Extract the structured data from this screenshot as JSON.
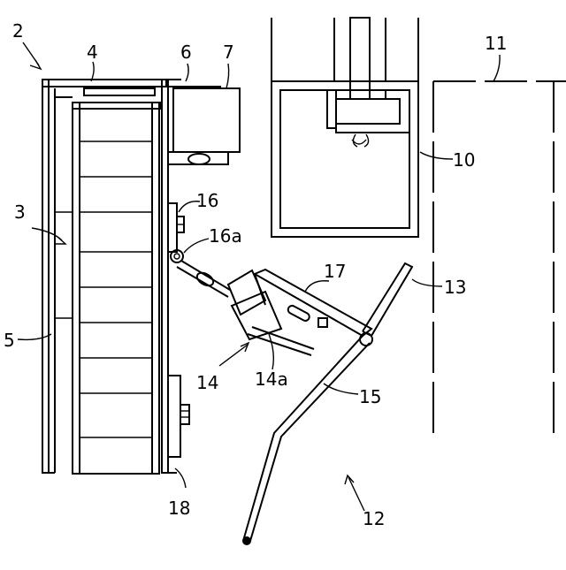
{
  "labels": {
    "n2": "2",
    "n3": "3",
    "n4": "4",
    "n5": "5",
    "n6": "6",
    "n7": "7",
    "n10": "10",
    "n11": "11",
    "n12": "12",
    "n13": "13",
    "n14": "14",
    "n14a": "14a",
    "n15": "15",
    "n16": "16",
    "n16a": "16a",
    "n17": "17",
    "n18": "18"
  }
}
